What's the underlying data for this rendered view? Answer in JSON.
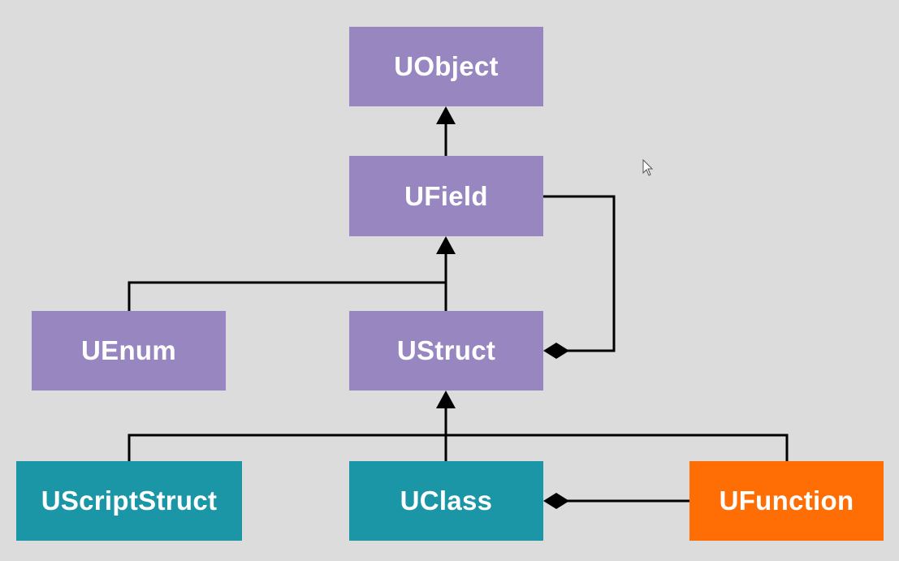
{
  "nodes": {
    "uobject": "UObject",
    "ufield": "UField",
    "uenum": "UEnum",
    "ustruct": "UStruct",
    "uscriptstruct": "UScriptStruct",
    "uclass": "UClass",
    "ufunction": "UFunction"
  },
  "colors": {
    "background": "#dcdcdc",
    "purple": "#9786c0",
    "teal": "#1b96a6",
    "orange": "#ff6d05",
    "line": "#000000",
    "text": "#ffffff"
  },
  "relations": [
    {
      "type": "inheritance",
      "from": "UField",
      "to": "UObject"
    },
    {
      "type": "inheritance",
      "from": "UEnum",
      "to": "UField"
    },
    {
      "type": "inheritance",
      "from": "UStruct",
      "to": "UField"
    },
    {
      "type": "inheritance",
      "from": "UScriptStruct",
      "to": "UStruct"
    },
    {
      "type": "inheritance",
      "from": "UClass",
      "to": "UStruct"
    },
    {
      "type": "inheritance",
      "from": "UFunction",
      "to": "UStruct"
    },
    {
      "type": "aggregation",
      "whole": "UStruct",
      "part": "UField"
    },
    {
      "type": "aggregation",
      "whole": "UClass",
      "part": "UFunction"
    }
  ]
}
